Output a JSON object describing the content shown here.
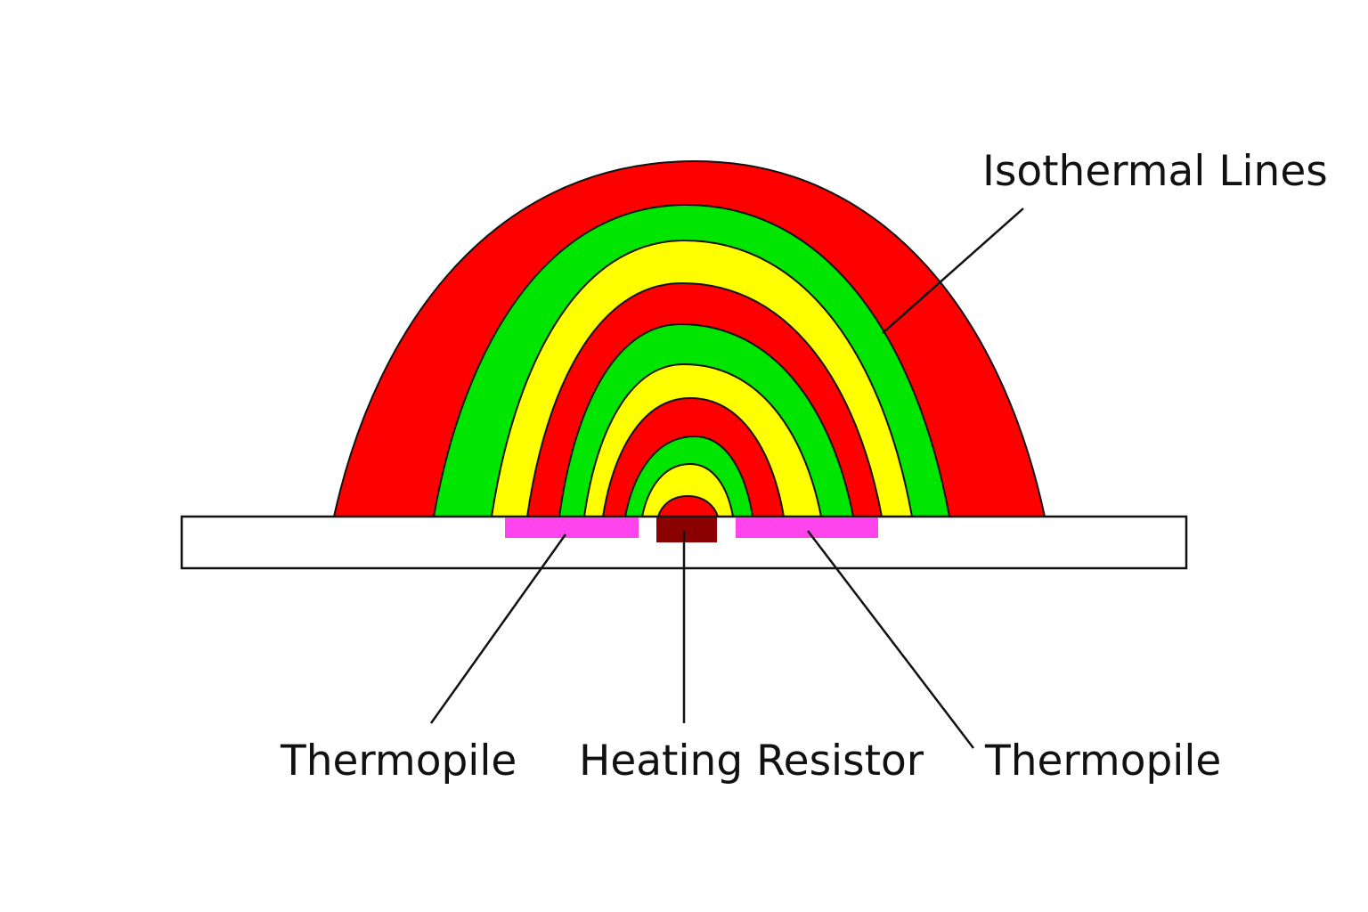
{
  "labels": {
    "isothermal_lines": "Isothermal Lines",
    "thermopile_left": "Thermopile",
    "heating_resistor": "Heating Resistor",
    "thermopile_right": "Thermopile"
  },
  "colors": {
    "red": "#ff0000",
    "green": "#00e600",
    "yellow": "#ffff00",
    "thermopile": "#ff44ee",
    "heating_resistor": "#8b0000",
    "substrate": "#ffffff",
    "line": "#111111"
  },
  "isotherm_band_colors": [
    "red",
    "green",
    "yellow",
    "red",
    "green",
    "yellow",
    "red",
    "green",
    "yellow",
    "red"
  ]
}
